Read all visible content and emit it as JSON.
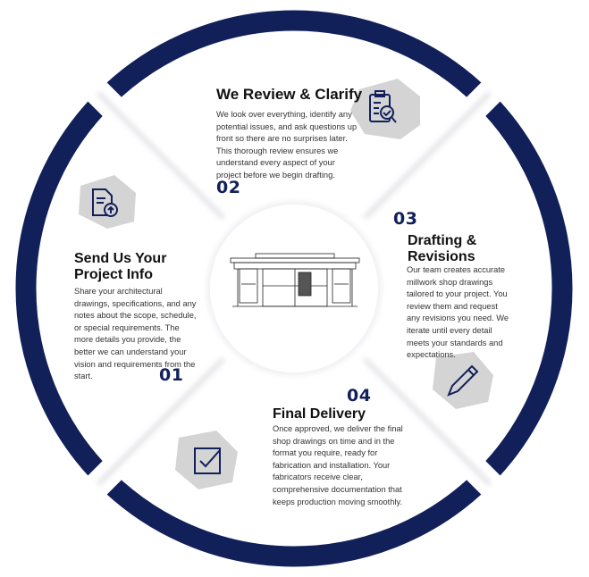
{
  "colors": {
    "navy": "#12205a",
    "blob": "#d4d4d4",
    "text": "#333333"
  },
  "steps": [
    {
      "number": "01",
      "title": "Send Us Your Project Info",
      "body": "Share your architectural drawings, specifications, and any notes about the scope, schedule, or special requirements. The more details you provide, the better we can understand your vision and requirements from the start.",
      "icon": "file-upload-icon"
    },
    {
      "number": "02",
      "title": "We Review & Clarify",
      "body": "We look over everything, identify any potential issues, and ask questions up front so there are no surprises later. This thorough review ensures we understand every aspect of your project before we begin drafting.",
      "icon": "clipboard-check-icon"
    },
    {
      "number": "03",
      "title": "Drafting & Revisions",
      "body": "Our team creates accurate millwork shop drawings tailored to your project. You review them and request any revisions you need. We iterate until every detail meets your standards and expectations.",
      "icon": "pencil-icon"
    },
    {
      "number": "04",
      "title": "Final Delivery",
      "body": "Once approved, we deliver the final shop drawings on time and in the format you require, ready for fabrication and installation. Your fabricators receive clear, comprehensive documentation that keeps production moving smoothly.",
      "icon": "checkbox-icon"
    }
  ]
}
